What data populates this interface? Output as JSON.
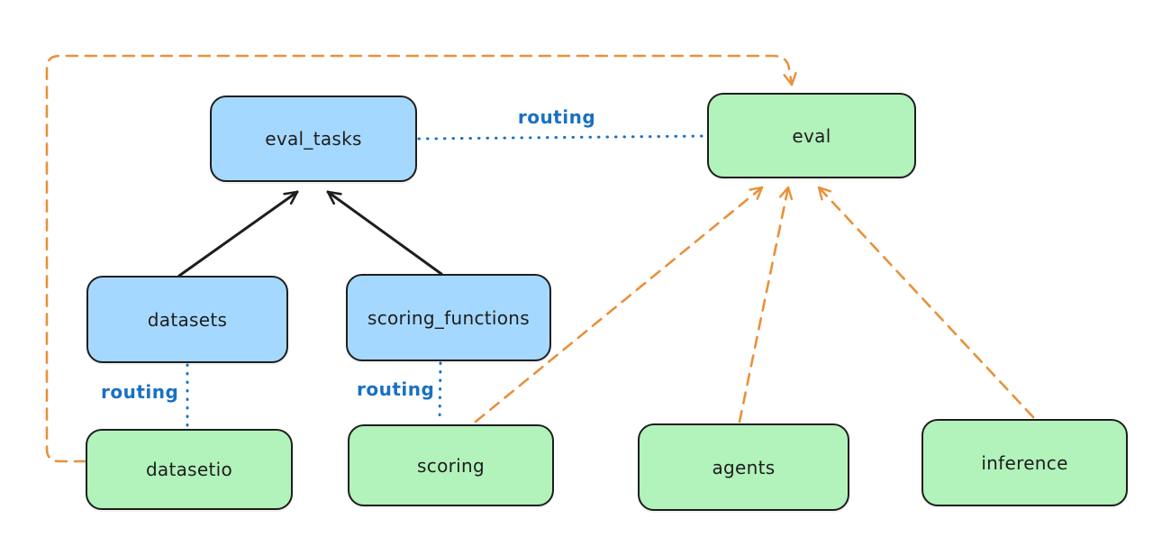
{
  "diagram": {
    "nodes": [
      {
        "id": "eval_tasks",
        "label": "eval_tasks",
        "kind": "resource",
        "fill": "#a5d8ff"
      },
      {
        "id": "eval",
        "label": "eval",
        "kind": "api",
        "fill": "#b2f2bb"
      },
      {
        "id": "datasets",
        "label": "datasets",
        "kind": "resource",
        "fill": "#a5d8ff"
      },
      {
        "id": "scoring_functions",
        "label": "scoring_functions",
        "kind": "resource",
        "fill": "#a5d8ff"
      },
      {
        "id": "datasetio",
        "label": "datasetio",
        "kind": "api",
        "fill": "#b2f2bb"
      },
      {
        "id": "scoring",
        "label": "scoring",
        "kind": "api",
        "fill": "#b2f2bb"
      },
      {
        "id": "agents",
        "label": "agents",
        "kind": "api",
        "fill": "#b2f2bb"
      },
      {
        "id": "inference",
        "label": "inference",
        "kind": "api",
        "fill": "#b2f2bb"
      }
    ],
    "edges": [
      {
        "from": "datasets",
        "to": "eval_tasks",
        "style": "solid",
        "arrow": true,
        "color": "#1e1e1e",
        "label": ""
      },
      {
        "from": "scoring_functions",
        "to": "eval_tasks",
        "style": "solid",
        "arrow": true,
        "color": "#1e1e1e",
        "label": ""
      },
      {
        "from": "eval_tasks",
        "to": "eval",
        "style": "dotted",
        "arrow": false,
        "color": "#1971c2",
        "label": "routing"
      },
      {
        "from": "datasets",
        "to": "datasetio",
        "style": "dotted",
        "arrow": false,
        "color": "#1971c2",
        "label": "routing"
      },
      {
        "from": "scoring_functions",
        "to": "scoring",
        "style": "dotted",
        "arrow": false,
        "color": "#1971c2",
        "label": "routing"
      },
      {
        "from": "datasetio",
        "to": "eval",
        "style": "dashed",
        "arrow": true,
        "color": "#e8913a",
        "label": ""
      },
      {
        "from": "scoring",
        "to": "eval",
        "style": "dashed",
        "arrow": true,
        "color": "#e8913a",
        "label": ""
      },
      {
        "from": "agents",
        "to": "eval",
        "style": "dashed",
        "arrow": true,
        "color": "#e8913a",
        "label": ""
      },
      {
        "from": "inference",
        "to": "eval",
        "style": "dashed",
        "arrow": true,
        "color": "#e8913a",
        "label": ""
      }
    ],
    "colors": {
      "background": "#ffffff",
      "node_border": "#1e1e1e",
      "resource_fill_blue": "#a5d8ff",
      "api_fill_green": "#b2f2bb",
      "routing_blue": "#1971c2",
      "dependency_orange": "#e8913a",
      "solid_arrow_black": "#1e1e1e"
    }
  }
}
